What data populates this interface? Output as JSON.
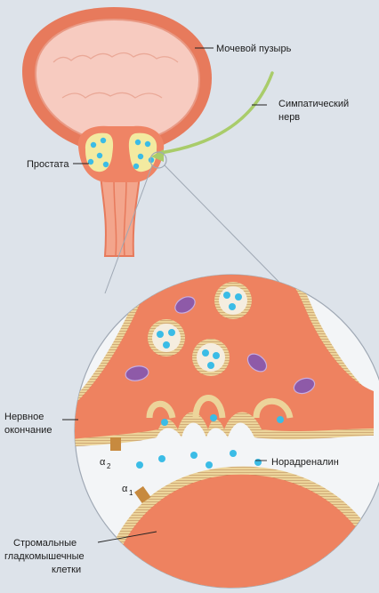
{
  "labels": {
    "bladder": "Мочевой пузырь",
    "nerve_line1": "Симпатический",
    "nerve_line2": "нерв",
    "prostate": "Простата",
    "nerve_ending_line1": "Нервное",
    "nerve_ending_line2": "окончание",
    "alpha2_symbol": "α",
    "alpha2_sub": "2",
    "alpha1_symbol": "α",
    "alpha1_sub": "1",
    "noradrenaline": "Норадреналин",
    "stromal_line1": "Стромальные",
    "stromal_line2": "гладкомышечные",
    "stromal_line3": "клетки"
  },
  "colors": {
    "background": "#dde3ea",
    "bladder_fill": "#f7cbc0",
    "bladder_wall": "#e77a5c",
    "tissue": "#ef8465",
    "nerve": "#a9cc6a",
    "gland_fill": "#f3eaa0",
    "membrane": "#ecd49a",
    "membrane_stripe": "#b07c4e",
    "cell_fill": "#ee8260",
    "vesicle": "#3bbce6",
    "mitochondria": "#8e5aa8",
    "receptor": "#c78a3f"
  }
}
